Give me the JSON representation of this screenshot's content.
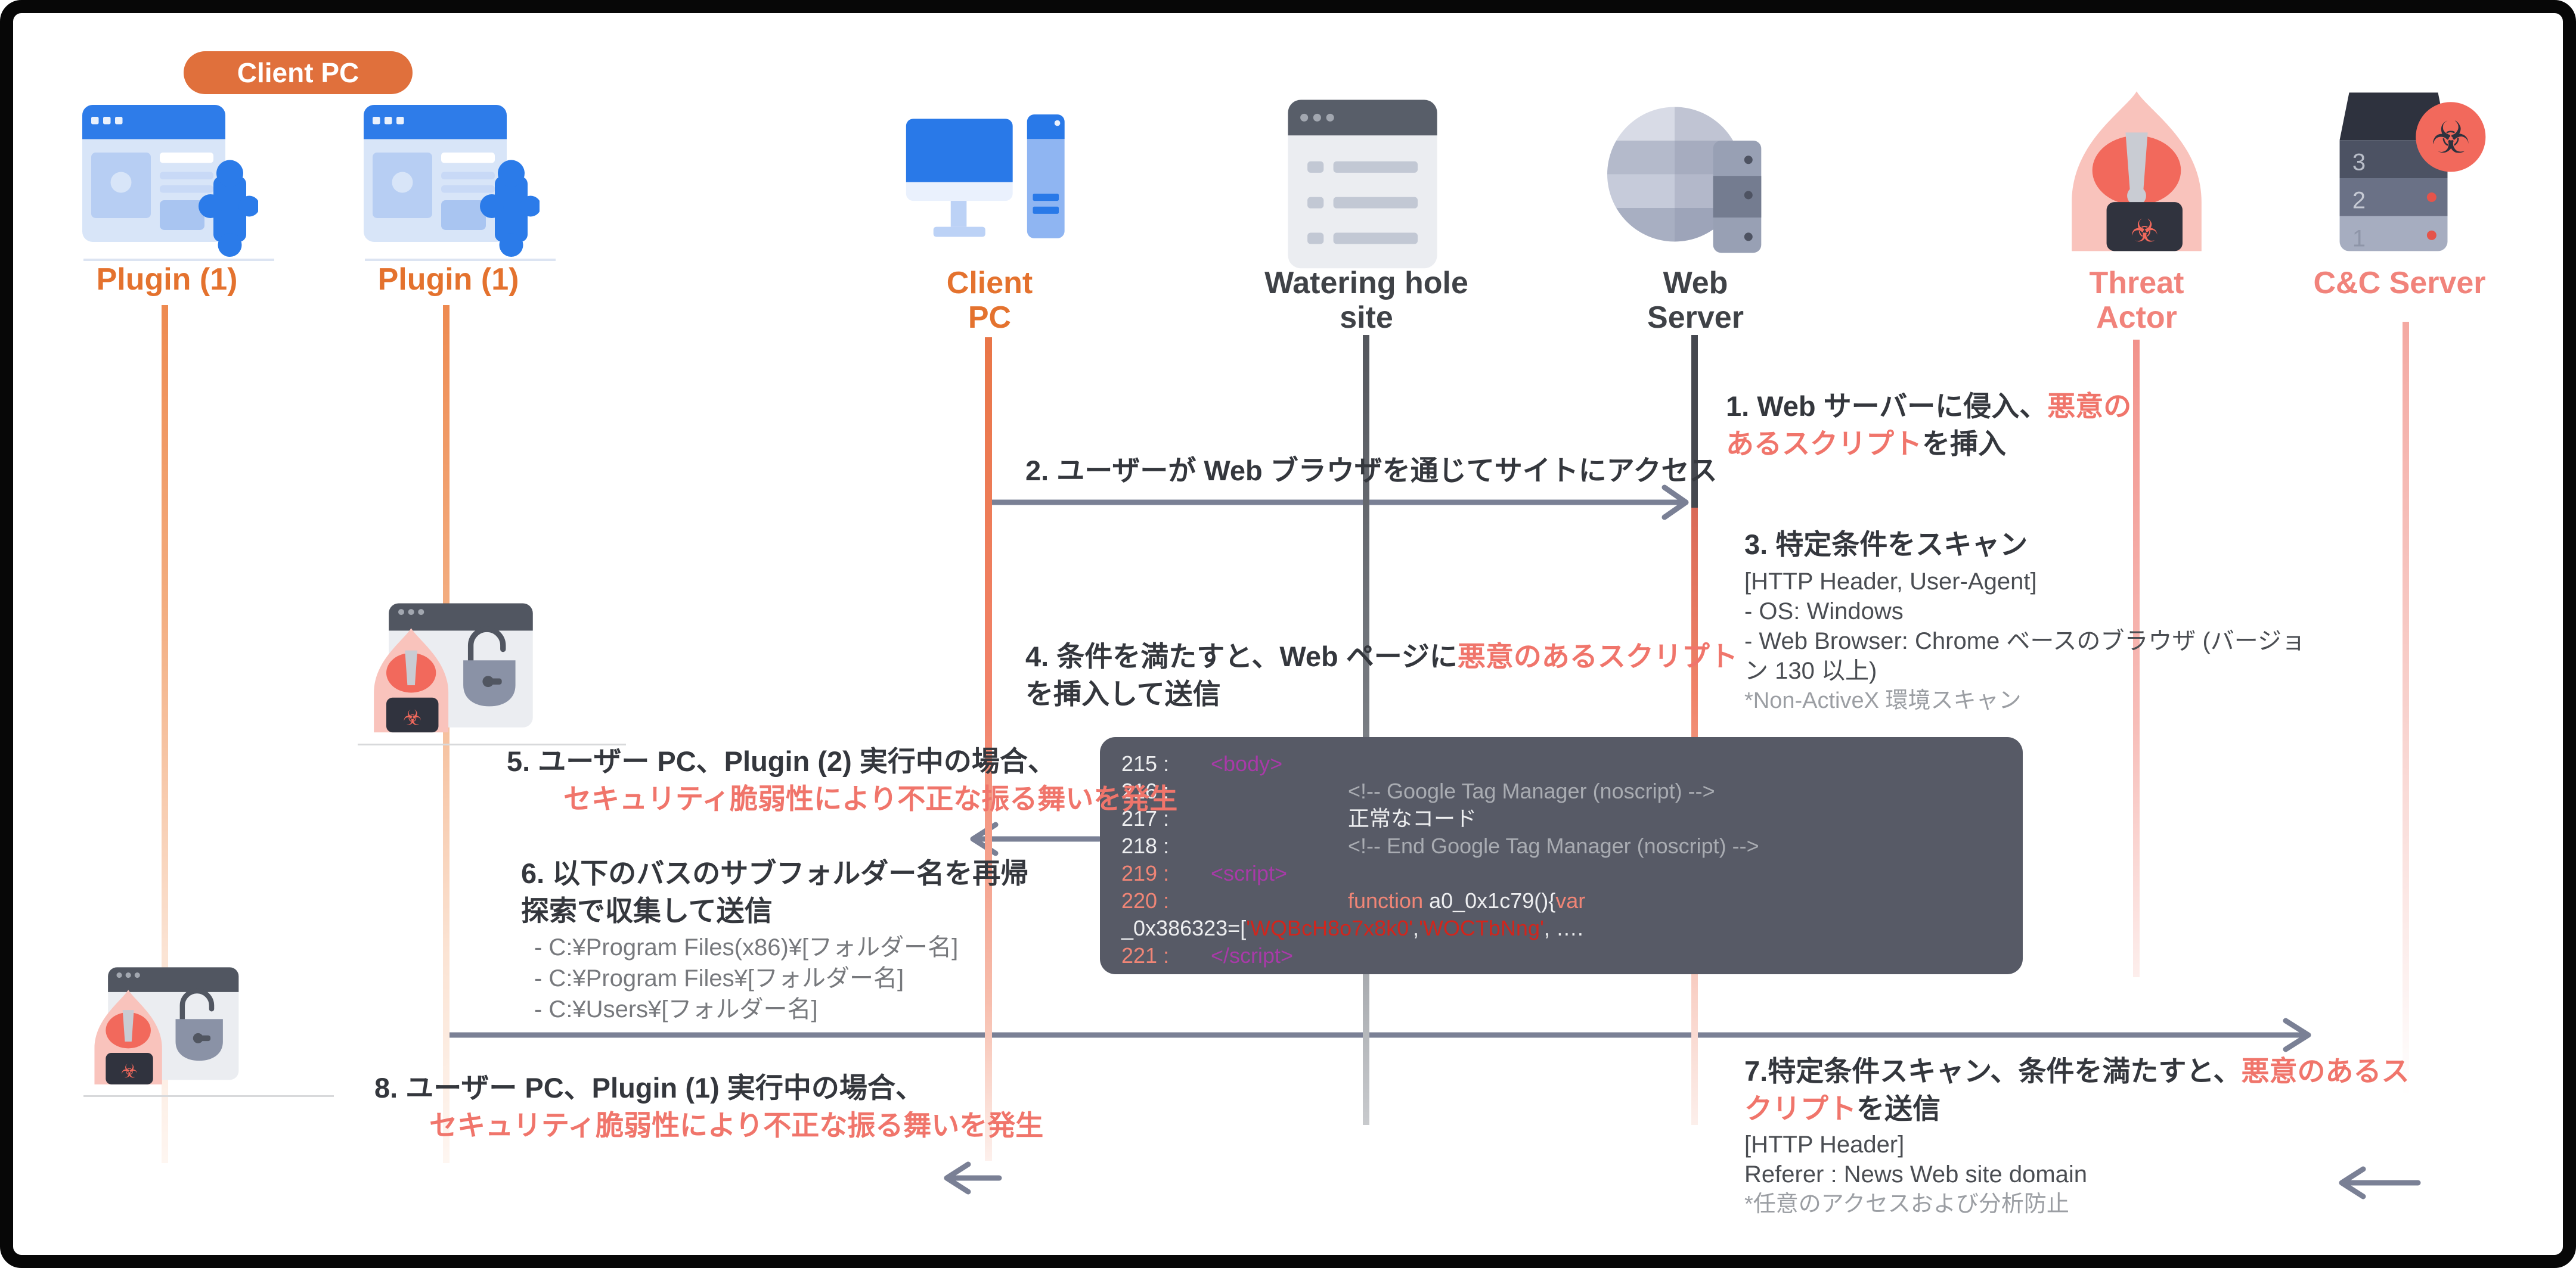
{
  "badge": {
    "label": "Client PC"
  },
  "actors": {
    "plugin1": {
      "label": "Plugin (1)"
    },
    "plugin2": {
      "label": "Plugin (1)"
    },
    "client_pc": {
      "line1": "Client",
      "line2": "PC"
    },
    "watering_hole": {
      "line1": "Watering hole",
      "line2": "site"
    },
    "web_server": {
      "line1": "Web",
      "line2": "Server"
    },
    "threat_actor": {
      "line1": "Threat",
      "line2": "Actor"
    },
    "cc_server": {
      "label": "C&C Server",
      "slot1": "3",
      "slot2": "2",
      "slot3": "1"
    }
  },
  "icons": {
    "biohazard_glyph": "☣"
  },
  "steps": {
    "s1": {
      "black1": "1. Web サーバーに侵入、",
      "red1": "悪意の",
      "red2": "あるスクリプト",
      "black2": "を挿入"
    },
    "s2": {
      "text": "2. ユーザーが Web ブラウザを通じてサイトにアクセス"
    },
    "s3": {
      "title": "3. 特定条件をスキャン",
      "line1": "[HTTP Header, User-Agent]",
      "line2": "- OS: Windows",
      "line3": "- Web Browser: Chrome ベースのブラウザ (バージョ",
      "line4": "ン 130 以上)",
      "note": "*Non-ActiveX 環境スキャン"
    },
    "s4": {
      "black1": "4. 条件を満たすと、Web ページに",
      "red1": "悪意のあるスクリプト",
      "black2": "を挿入して送信"
    },
    "s5": {
      "black": "5. ユーザー PC、Plugin (2) 実行中の場合、",
      "red": "セキュリティ脆弱性により不正な振る舞いを発生"
    },
    "s6": {
      "title1": "6. 以下のバスのサブフォルダー名を再帰",
      "title2": "探索で収集して送信",
      "path1": "- C:¥Program Files(x86)¥[フォルダー名]",
      "path2": "- C:¥Program Files¥[フォルダー名]",
      "path3": "- C:¥Users¥[フォルダー名]"
    },
    "s7": {
      "black1": "7.特定条件スキャン、条件を満たすと、",
      "red1": "悪意のあるス",
      "red2": "クリプト",
      "black2": "を送信",
      "line1": "[HTTP Header]",
      "line2": "Referer : News Web site domain",
      "note": "*任意のアクセスおよび分析防止"
    },
    "s8": {
      "black": "8. ユーザー PC、Plugin (1) 実行中の場合、",
      "red": "セキュリティ脆弱性により不正な振る舞いを発生"
    }
  },
  "code": {
    "lines": [
      {
        "num": "215 :",
        "segs": [
          {
            "t": "<body>"
          }
        ]
      },
      {
        "num": "216 :",
        "segs": [
          {
            "t": "<!-- Google Tag Manager (noscript) -->"
          }
        ]
      },
      {
        "num": "217 :",
        "segs": [
          {
            "t": "正常なコード"
          }
        ]
      },
      {
        "num": "218 :",
        "segs": [
          {
            "t": "<!-- End Google Tag Manager (noscript) -->"
          }
        ]
      },
      {
        "num": "219 :",
        "segs": [
          {
            "t": "<script>"
          }
        ]
      },
      {
        "num": "220 :",
        "segs": [
          {
            "t": "function "
          },
          {
            "t": "a0_0x1c79(){"
          },
          {
            "t": "var"
          }
        ]
      },
      {
        "num": "",
        "segs": [
          {
            "t": "_0x386323=["
          },
          {
            "t": "'WQBcH8o7x8k0'"
          },
          {
            "t": ","
          },
          {
            "t": "'WOCTbNng'"
          },
          {
            "t": ", …."
          }
        ]
      },
      {
        "num": "221 :",
        "segs": [
          {
            "t": "</script>"
          }
        ]
      }
    ]
  },
  "colors": {
    "accent_orange": "#E4722E",
    "badge_bg": "#E0703C",
    "salmon_label": "#F1837B",
    "emphasis_red": "#F0756B",
    "dark_label": "#3F4247",
    "arrow_gray": "#7A8095",
    "code_bg": "#575A66",
    "code_string_red": "#D2251C",
    "code_tag_purple": "#A83AA8",
    "code_keyword_salmon": "#F08576",
    "lifeline_orange": "#EE8A50",
    "lifeline_salmon": "#F2836B"
  }
}
